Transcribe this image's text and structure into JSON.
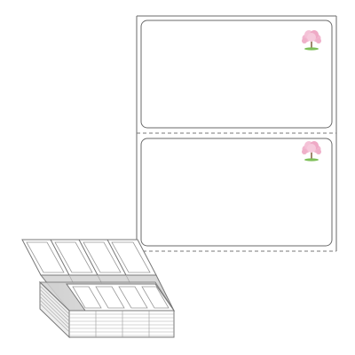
{
  "product": {
    "type": "fanfold-label-stack",
    "labels_shown": 2,
    "label_shape": "rounded-rectangle",
    "label_fill_color": "#ffffff",
    "liner_color": "#ffffff",
    "outline_color": "#6a6a6a",
    "perforation": "dashed-line",
    "icon": "cherry-blossom-tree-icon",
    "blossom_color": "#f2b6cf",
    "trunk_color": "#8a6a4a",
    "grass_color": "#7fbf5a"
  }
}
